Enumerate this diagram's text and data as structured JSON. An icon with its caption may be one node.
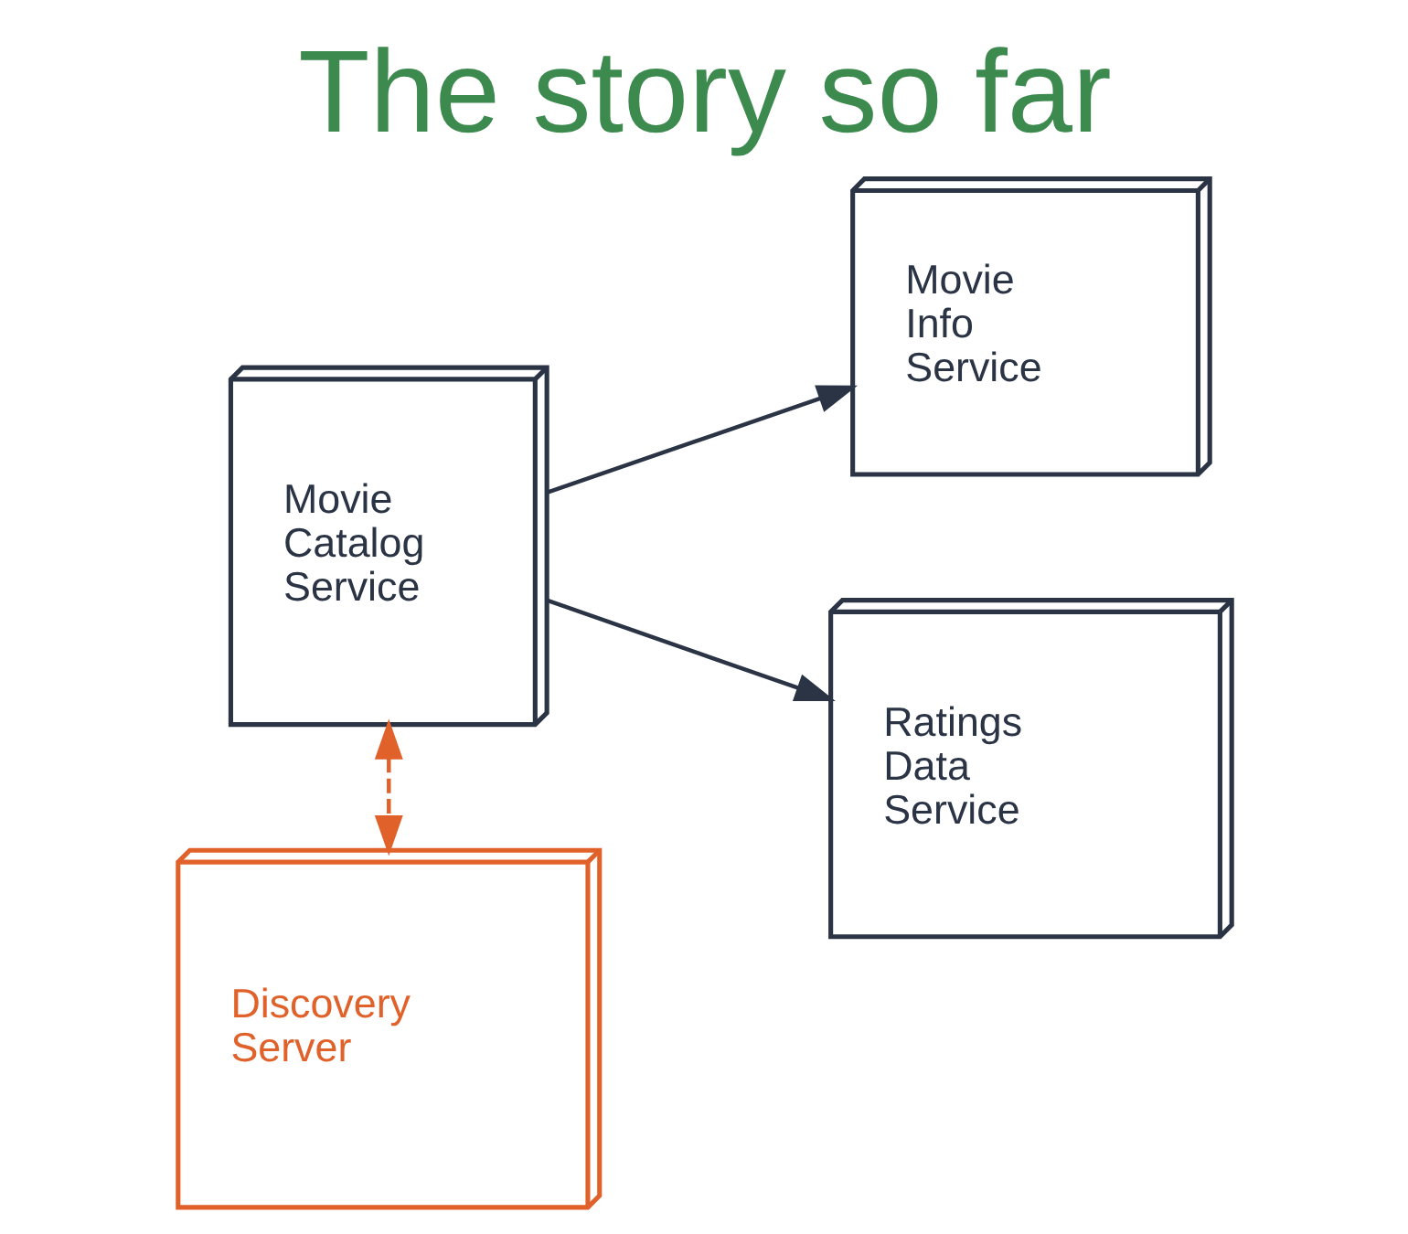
{
  "diagram": {
    "title": "The story so far",
    "nodes": [
      {
        "text": [
          "Movie Catalog Service"
        ]
      },
      {
        "text": [
          "Movie Info Service"
        ]
      },
      {
        "text": [
          "Ratings Data Service"
        ]
      },
      {
        "text": [
          "Discovery Server"
        ]
      }
    ],
    "edges": [
      {
        "from": 0,
        "to": 1,
        "arrow": "to"
      },
      {
        "from": 0,
        "to": 2,
        "arrow": "to"
      },
      {
        "from": 0,
        "to": 3,
        "arrow": "both",
        "style": "dashed",
        "color": "#e0622a"
      }
    ]
  }
}
